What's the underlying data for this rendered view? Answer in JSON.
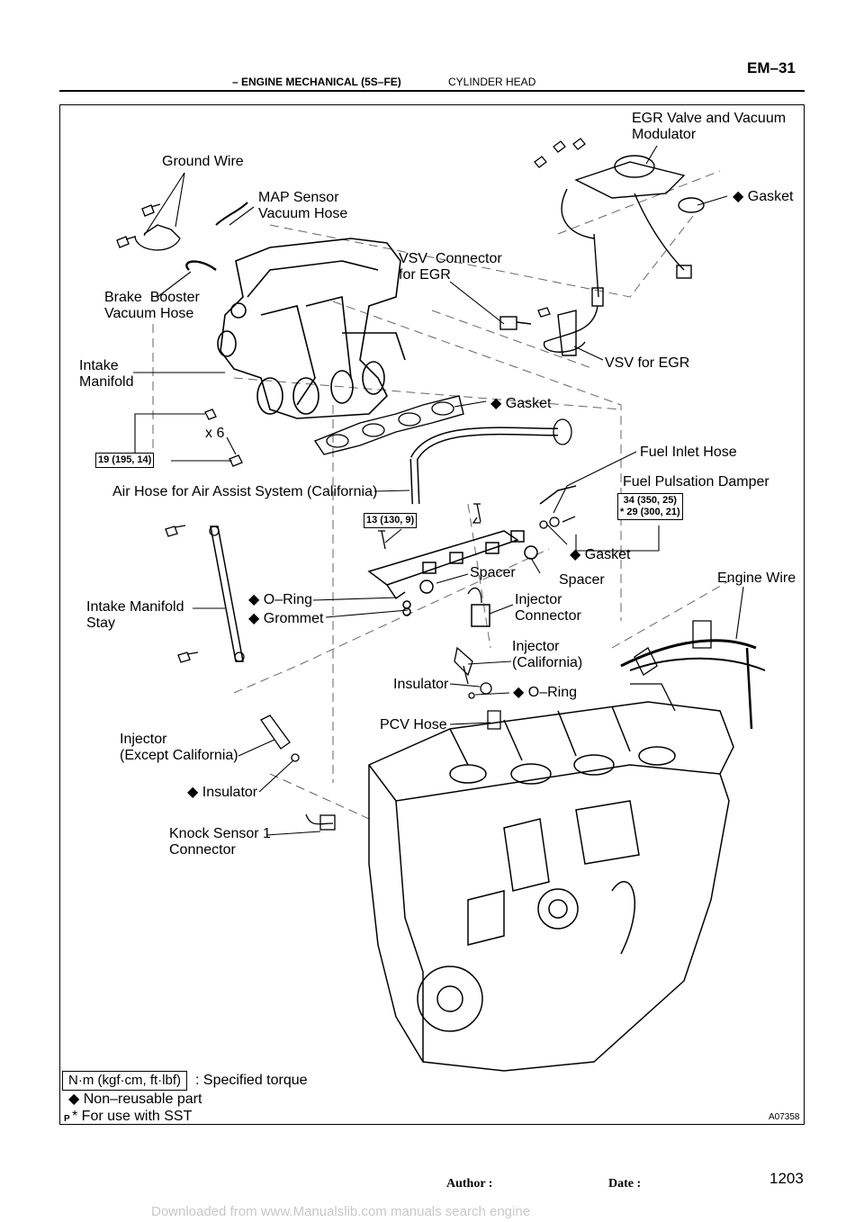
{
  "header": {
    "section": "– ENGINE MECHANICAL (5S–FE)",
    "sep": "–",
    "subsection": "CYLINDER HEAD",
    "page_code": "EM–31"
  },
  "labels": {
    "egr_valve": "EGR Valve and Vacuum\nModulator",
    "gasket_egr": "◆ Gasket",
    "ground_wire": "Ground Wire",
    "map_hose": "MAP Sensor\nVacuum Hose",
    "vsv_connector": "VSV  Connector\nfor EGR",
    "brake_hose": "Brake  Booster\nVacuum Hose",
    "vsv_egr": "VSV for EGR",
    "intake_manifold": "Intake\nManifold",
    "gasket_manifold": "◆ Gasket",
    "x6": "x 6",
    "fuel_inlet": "Fuel Inlet Hose",
    "fuel_damper": "Fuel Pulsation Damper",
    "air_hose": "Air Hose for Air Assist System (California)",
    "gasket_damper": "◆ Gasket",
    "engine_wire": "Engine Wire",
    "spacer1": "Spacer",
    "spacer2": "Spacer",
    "stay": "Intake Manifold\nStay",
    "o_ring1": "◆ O–Ring",
    "grommet": "◆ Grommet",
    "inj_connector": "Injector\nConnector",
    "inj_cal": "Injector\n(California)",
    "insulator1": "Insulator",
    "o_ring2": "◆ O–Ring",
    "pcv": "PCV Hose",
    "inj_except": "Injector\n(Except California)",
    "insulator2": "◆ Insulator",
    "knock": "Knock Sensor 1\nConnector"
  },
  "torques": {
    "t1": "19 (195, 14)",
    "t2": "13 (130, 9)",
    "t3": "34 (350, 25)\n* 29 (300, 21)"
  },
  "legend": {
    "unit_box": "N·m (kgf·cm, ft·lbf)",
    "unit_text": ": Specified torque",
    "nonreusable": "◆ Non–reusable part",
    "sst": "* For use with SST",
    "p_mark": "P",
    "fig_code": "A07358"
  },
  "footer": {
    "author": "Author :",
    "date": "Date :",
    "page_no": "1203"
  },
  "watermark": "Downloaded from www.Manualslib.com manuals search engine"
}
